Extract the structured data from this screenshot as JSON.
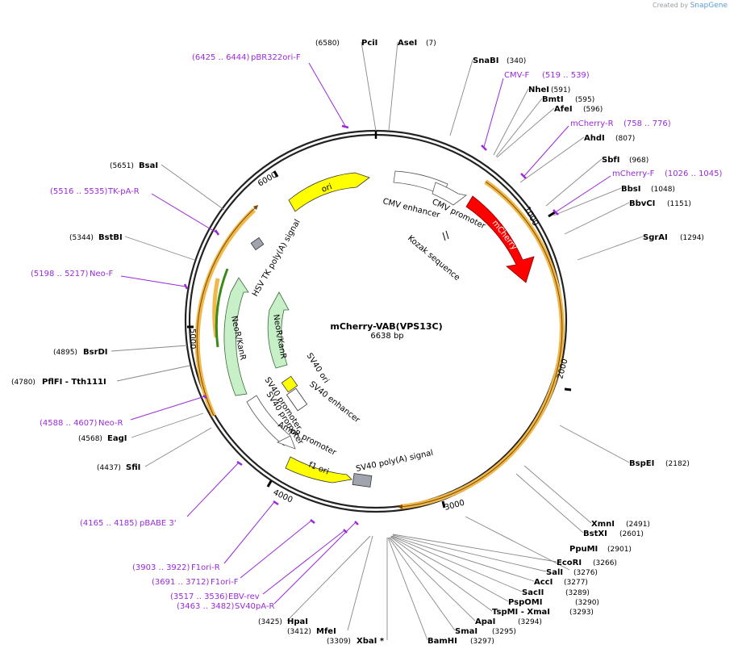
{
  "credit": {
    "created_by": "Created by",
    "brand": "SnapGene"
  },
  "plasmid": {
    "name": "mCherry-VAB(VPS13C)",
    "length_label": "6638 bp"
  },
  "ticks": [
    "1000",
    "2000",
    "3000",
    "4000",
    "5000",
    "6000"
  ],
  "colors": {
    "primer": "#9a2ad6",
    "mcherry": "#ff0000",
    "ori": "#ffff00",
    "neo": "#c8f0c8",
    "orange_band": "#f0b84a"
  },
  "enzymes": [
    {
      "name": "PciI",
      "pos": "(6580)"
    },
    {
      "name": "AseI",
      "pos": "(7)"
    },
    {
      "name": "SnaBI",
      "pos": "(340)"
    },
    {
      "name": "NheI",
      "pos": "(591)"
    },
    {
      "name": "BmtI",
      "pos": "(595)"
    },
    {
      "name": "AfeI",
      "pos": "(596)"
    },
    {
      "name": "AhdI",
      "pos": "(807)"
    },
    {
      "name": "SbfI",
      "pos": "(968)"
    },
    {
      "name": "BbsI",
      "pos": "(1048)"
    },
    {
      "name": "BbvCI",
      "pos": "(1151)"
    },
    {
      "name": "SgrAI",
      "pos": "(1294)"
    },
    {
      "name": "BspEI",
      "pos": "(2182)"
    },
    {
      "name": "XmnI",
      "pos": "(2491)"
    },
    {
      "name": "BstXI",
      "pos": "(2601)"
    },
    {
      "name": "PpuMI",
      "pos": "(2901)"
    },
    {
      "name": "EcoRI",
      "pos": "(3266)"
    },
    {
      "name": "SalI",
      "pos": "(3276)"
    },
    {
      "name": "AccI",
      "pos": "(3277)"
    },
    {
      "name": "SacII",
      "pos": "(3289)"
    },
    {
      "name": "PspOMI",
      "pos": "(3290)"
    },
    {
      "name": "TspMI - XmaI",
      "pos": "(3293)"
    },
    {
      "name": "ApaI",
      "pos": "(3294)"
    },
    {
      "name": "SmaI",
      "pos": "(3295)"
    },
    {
      "name": "BamHI",
      "pos": "(3297)"
    },
    {
      "name": "XbaI *",
      "pos": "(3309)"
    },
    {
      "name": "MfeI",
      "pos": "(3412)"
    },
    {
      "name": "HpaI",
      "pos": "(3425)"
    },
    {
      "name": "SfiI",
      "pos": "(4437)"
    },
    {
      "name": "EagI",
      "pos": "(4568)"
    },
    {
      "name": "PflFI - Tth111I",
      "pos": "(4780)"
    },
    {
      "name": "BsrDI",
      "pos": "(4895)"
    },
    {
      "name": "BstBI",
      "pos": "(5344)"
    },
    {
      "name": "BsaI",
      "pos": "(5651)"
    }
  ],
  "primers": [
    {
      "name": "pBR322ori-F",
      "range": "(6425 .. 6444)"
    },
    {
      "name": "CMV-F",
      "range": "(519 .. 539)"
    },
    {
      "name": "mCherry-R",
      "range": "(758 .. 776)"
    },
    {
      "name": "mCherry-F",
      "range": "(1026 .. 1045)"
    },
    {
      "name": "TK-pA-R",
      "range": "(5516 .. 5535)"
    },
    {
      "name": "Neo-F",
      "range": "(5198 .. 5217)"
    },
    {
      "name": "Neo-R",
      "range": "(4588 .. 4607)"
    },
    {
      "name": "pBABE 3'",
      "range": "(4165 .. 4185)"
    },
    {
      "name": "F1ori-R",
      "range": "(3903 .. 3922)"
    },
    {
      "name": "F1ori-F",
      "range": "(3691 .. 3712)"
    },
    {
      "name": "EBV-rev",
      "range": "(3517 .. 3536)"
    },
    {
      "name": "SV40pA-R",
      "range": "(3463 .. 3482)"
    }
  ],
  "features": {
    "ori": "ori",
    "cmv_enhancer": "CMV enhancer",
    "cmv_promoter": "CMV promoter",
    "mcherry": "mCherry",
    "kozak": "Kozak sequence",
    "hsv_tk": "HSV TK poly(A) signal",
    "neor_outer": "NeoR/KanR",
    "neor_inner": "NeoR/KanR",
    "sv40_ori": "SV40 ori",
    "sv40_enhancer": "SV40 enhancer",
    "sv40_promoter_1": "SV40 promoter",
    "sv40_promoter_2": "SV40 promoter",
    "ampr_promoter": "AmpR promoter",
    "f1_ori": "f1 ori",
    "sv40_polya": "SV40 poly(A) signal"
  }
}
